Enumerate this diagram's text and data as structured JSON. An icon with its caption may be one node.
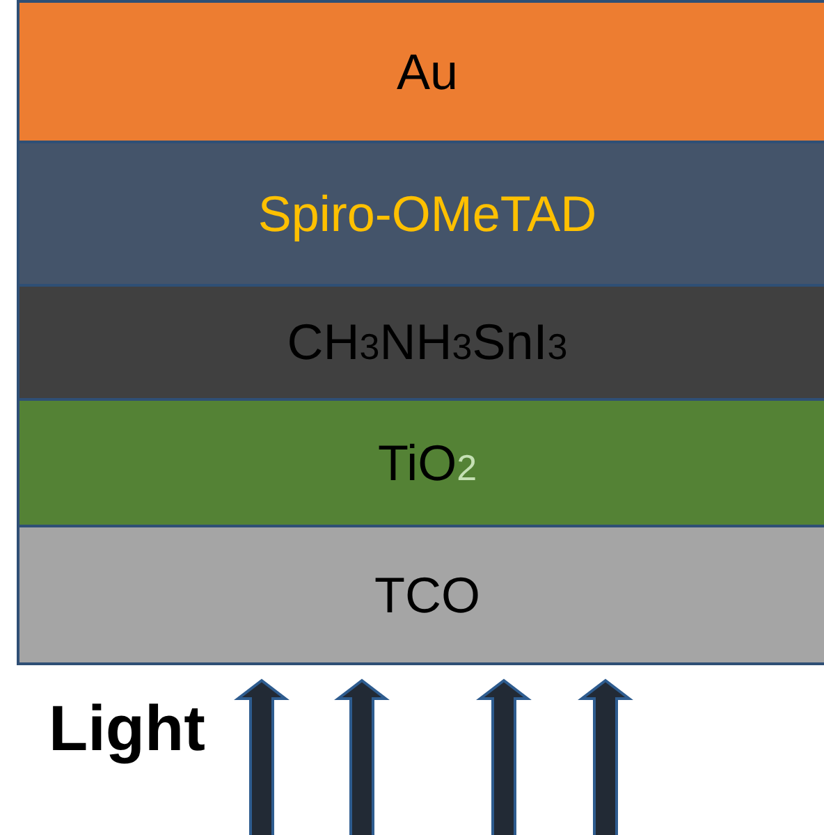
{
  "diagram": {
    "nodes": [
      {
        "text": [
          "Au"
        ]
      },
      {
        "text": [
          "Spiro-OMeTAD"
        ]
      },
      {
        "text": [
          "CH$_{3}$NH$_{3}$SnI$_{3}$"
        ]
      },
      {
        "text": [
          "TiO$_{2}$"
        ]
      },
      {
        "text": [
          "TCO"
        ]
      }
    ],
    "labels": [
      "Light"
    ]
  }
}
